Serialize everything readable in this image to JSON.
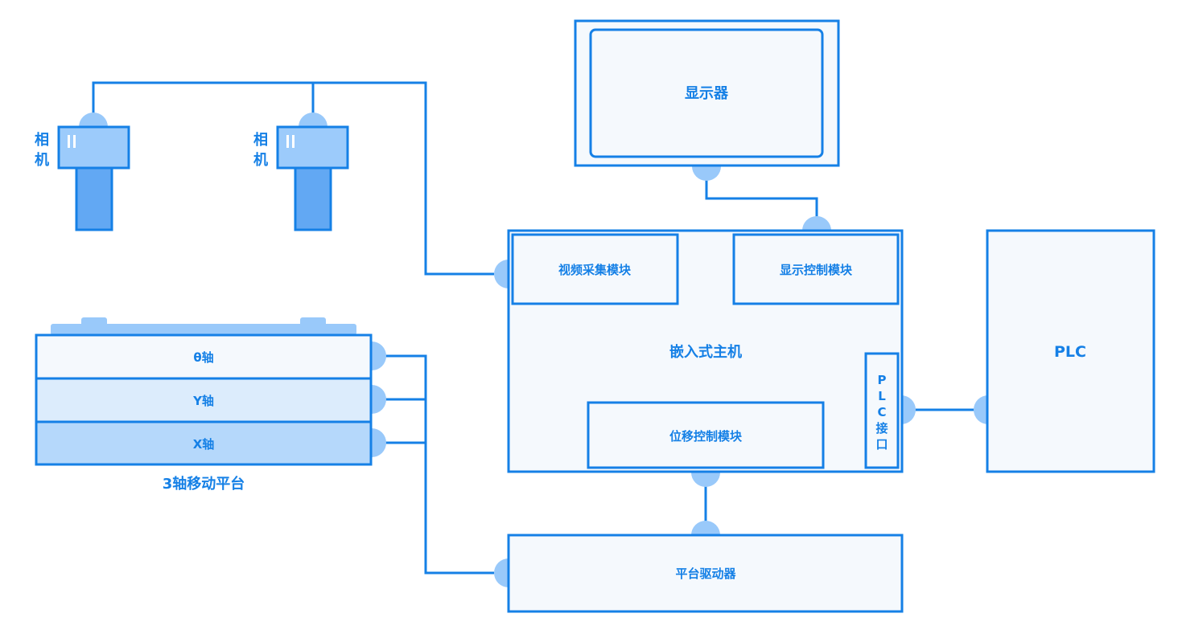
{
  "cameras": [
    {
      "label": "相机"
    },
    {
      "label": "相机"
    }
  ],
  "stage": {
    "title": "3轴移动平台",
    "axes": [
      "θ轴",
      "Y轴",
      "X轴"
    ]
  },
  "display": {
    "label": "显示器"
  },
  "host": {
    "label": "嵌入式主机",
    "modules": {
      "video": "视频采集模块",
      "display_ctrl": "显示控制模块",
      "motion": "位移控制模块",
      "plc_interface": "PLC接口"
    }
  },
  "plc": {
    "label": "PLC"
  },
  "driver": {
    "label": "平台驱动器"
  },
  "colors": {
    "line": "#1580e6",
    "port": "#99c9fa",
    "box_fill": "#f5f9fd",
    "camera_head": "#9ccbfb",
    "camera_body": "#62a8f3"
  }
}
